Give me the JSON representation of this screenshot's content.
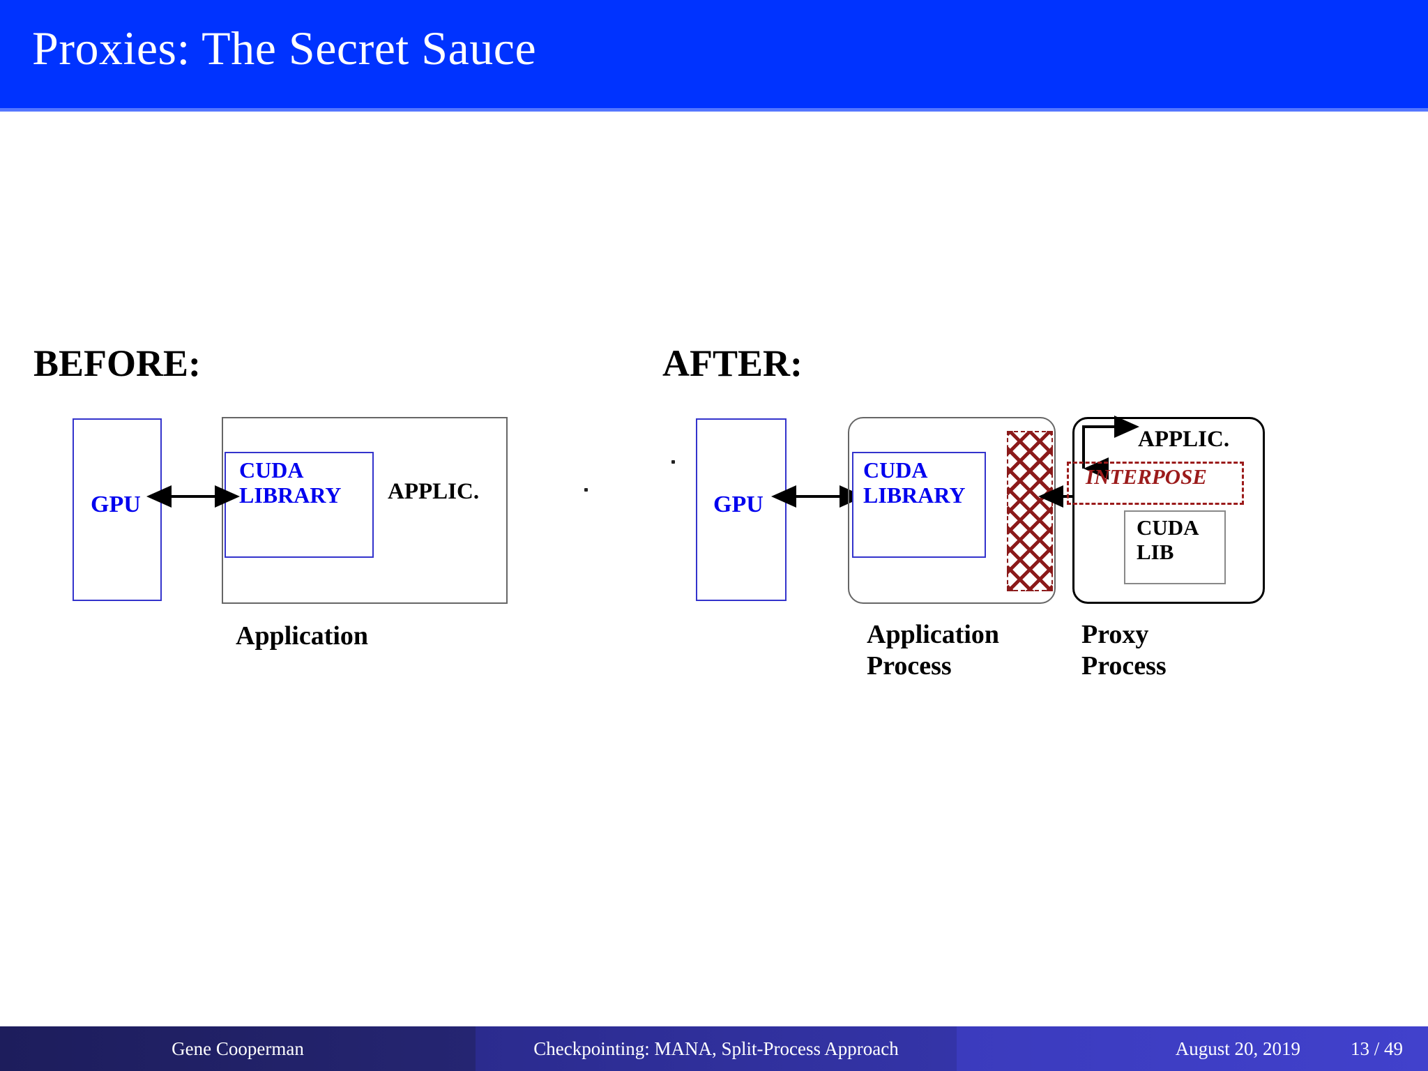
{
  "slide": {
    "title": "Proxies: The Secret Sauce",
    "title_bar_color": "#0033ff"
  },
  "sections": {
    "before": {
      "heading": "BEFORE:",
      "gpu_label": "GPU",
      "cuda_label": "CUDA\nLIBRARY",
      "applic_label": "APPLIC.",
      "caption": "Application"
    },
    "after": {
      "heading": "AFTER:",
      "gpu_label": "GPU",
      "cuda_label": "CUDA\nLIBRARY",
      "app_process_caption": "Application\nProcess",
      "proxy": {
        "applic_label": "APPLIC.",
        "interpose_label": "INTERPOSE",
        "cuda_lib_label": "CUDA\nLIB",
        "caption": "Proxy\nProcess"
      }
    }
  },
  "colors": {
    "title_blue": "#0033ff",
    "box_blue": "#3333cc",
    "text_blue": "#0000ee",
    "interpose_red": "#9b1b1b",
    "hatch_red": "#8b1a1a",
    "footer_dark": "#1d1d5c",
    "footer_mid": "#2b2b8e",
    "footer_light": "#3b3bbd"
  },
  "footer": {
    "author": "Gene Cooperman",
    "topic": "Checkpointing: MANA, Split-Process Approach",
    "date": "August 20, 2019",
    "page": "13 / 49"
  }
}
